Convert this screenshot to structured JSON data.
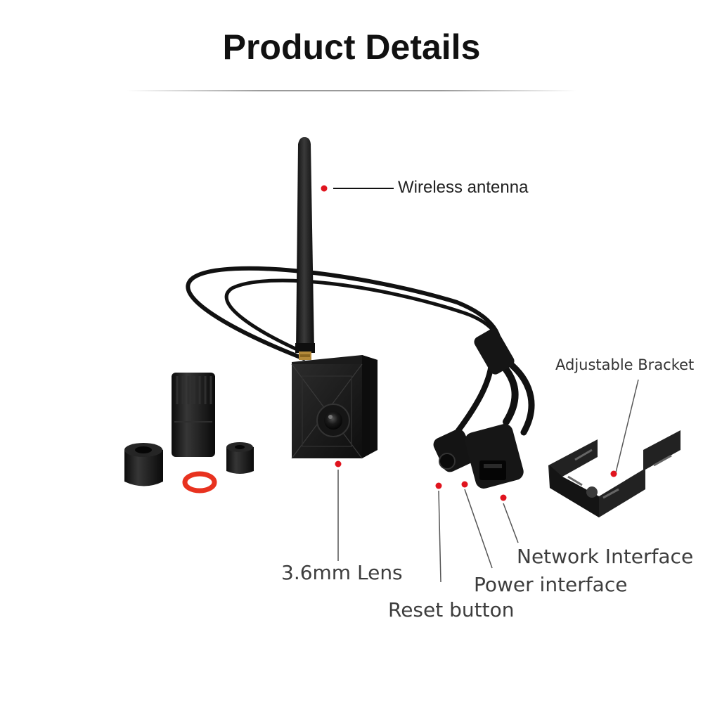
{
  "page": {
    "title": "Product Details"
  },
  "callouts": {
    "wireless_antenna": "Wireless antenna",
    "adjustable_bracket": "Adjustable Bracket",
    "lens": "3.6mm Lens",
    "network_interface": "Network Interface",
    "power_interface": "Power interface",
    "reset_button": "Reset button"
  },
  "colors": {
    "marker": "#e0141e",
    "product": "#1a1a1a",
    "gasket": "#e8321f",
    "leader_line": "#555555"
  }
}
